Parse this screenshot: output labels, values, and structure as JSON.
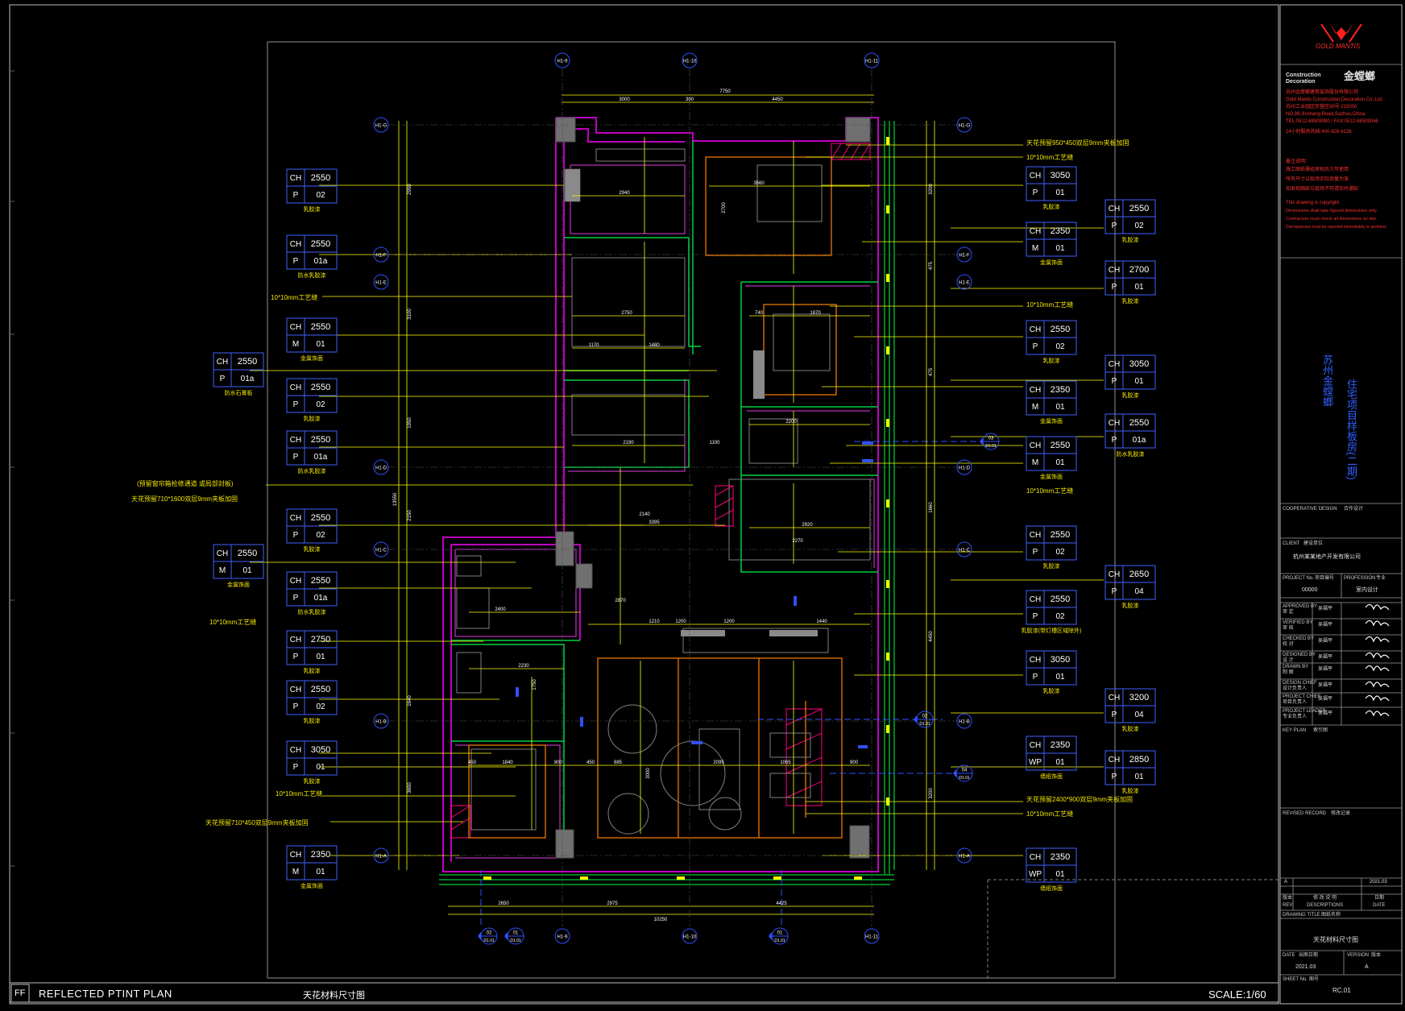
{
  "sheet": {
    "title_en": "REFLECTED PTINT PLAN",
    "title_cn": "天花材料尺寸图",
    "scale": "SCALE:1/60",
    "sheet_mark": "FF"
  },
  "company": {
    "logo_text": "GOLD MANTIS",
    "name_en_1": "Construction",
    "name_en_2": "Decoration",
    "name_cn": "金螳螂",
    "address_lines": [
      "苏州金螳螂建筑装饰股份有限公司",
      "Gold Mantis Construction Decoration Co.,Ltd.",
      "苏州工业园区民营区99号 215000",
      "NO.99,Jinshang Road,Suzhou,China",
      "TEL:0512-68509090 / FAX:0512-68509046",
      "24小时服务热线:400-828-6136"
    ],
    "notes_red": [
      "备注说明：",
      "施工图纸需经审核后方可使用",
      "所有尺寸以现场实际测量为准",
      "如发现图纸与现场不符请及时通知",
      "This drawing is copyright.",
      "Dimensions shall take figured dimensions only.",
      "Contractors must check all dimensions on site.",
      "Discrepancies must be reported immediately to architect."
    ]
  },
  "project": {
    "vertical_title_1": "苏州金螳螂",
    "vertical_title_2": "住宅项目样板房(二期)",
    "cooperative_label": "COOPERATIVE DESIGN",
    "cooperative_cn": "合作设计",
    "client_label": "CLIENT",
    "client_cn": "建设单位",
    "client_name": "杭州某某地产开发有限公司",
    "project_no_label": "PROJECT No.",
    "project_no_cn": "项目编号",
    "project_no": "00000",
    "profession_label": "PROFESSION",
    "profession_cn": "专业",
    "profession": "室内设计",
    "approvals": [
      {
        "label": "APPROVED BY",
        "cn": "审 定",
        "sig": "吴福平"
      },
      {
        "label": "VERIFIED BY",
        "cn": "审 核",
        "sig": "吴福平"
      },
      {
        "label": "CHECKED BY",
        "cn": "校 对",
        "sig": "吴福平"
      },
      {
        "label": "DESIGNED BY",
        "cn": "设 计",
        "sig": "吴福平"
      },
      {
        "label": "DRAWN BY",
        "cn": "制 图",
        "sig": "吴福平"
      },
      {
        "label": "DESIGN CHIEF",
        "cn": "设计负责人",
        "sig": "吴福平"
      },
      {
        "label": "PROJECT CHIEF",
        "cn": "项目负责人",
        "sig": "吴福平"
      },
      {
        "label": "PROJECT LEADER",
        "cn": "专业负责人",
        "sig": "吴福平"
      }
    ],
    "key_plan_label": "KEY PLAN",
    "key_plan_cn": "索引图",
    "revised_label": "REVISED RECORD",
    "revised_cn": "修改记录",
    "rev_row": {
      "rev": "A",
      "date": "2021.03"
    },
    "rev_header": {
      "rev": "REV",
      "desc": "DESCRIPTIONS",
      "date": "DATE",
      "rev_cn": "版本",
      "desc_cn": "修 改 说 明",
      "date_cn": "日期"
    },
    "drawing_title_label": "DRAWING TITLE",
    "drawing_title_cn": "图纸名称",
    "drawing_title": "天花材料尺寸图",
    "date_label": "DATE",
    "date_cn": "出图日期",
    "date": "2021.03",
    "version_label": "VERSION",
    "version_cn": "版本",
    "version": "A",
    "sheet_no_label": "SHEET No.",
    "sheet_no_cn": "图号",
    "sheet_no": "RC.01"
  },
  "grid_bubbles": {
    "top": [
      "H1-9",
      "H1-10",
      "H1-11"
    ],
    "bottom": [
      "H1-9",
      "H1-10",
      "H1-11"
    ],
    "left": [
      "H1-G",
      "H1-F",
      "H1-E",
      "H1-D",
      "H1-C",
      "H1-B",
      "H1-A"
    ],
    "right": [
      "H1-G",
      "H1-F",
      "H1-E",
      "H1-D",
      "H1-C",
      "H1-B",
      "H1-A"
    ]
  },
  "section_marks": [
    {
      "num": "03",
      "sheet": "D1.01"
    },
    {
      "num": "02",
      "sheet": "D1.01"
    },
    {
      "num": "04",
      "sheet": "D1.01"
    },
    {
      "num": "02",
      "sheet": "D1.01"
    },
    {
      "num": "01",
      "sheet": "D1.01"
    },
    {
      "num": "01",
      "sheet": "D1.01"
    }
  ],
  "tags_left": [
    {
      "ch": "2550",
      "code": "P",
      "num": "02",
      "name": "乳胶漆"
    },
    {
      "ch": "2550",
      "code": "P",
      "num": "01a",
      "name": "防水乳胶漆"
    },
    {
      "ch": "2550",
      "code": "M",
      "num": "01",
      "name": "金属饰面"
    },
    {
      "ch": "2550",
      "code": "P",
      "num": "02",
      "name": "乳胶漆"
    },
    {
      "ch": "2550",
      "code": "P",
      "num": "01a",
      "name": "防水乳胶漆"
    },
    {
      "ch": "2550",
      "code": "P",
      "num": "02",
      "name": "乳胶漆"
    },
    {
      "ch": "2550",
      "code": "P",
      "num": "01a",
      "name": "防水乳胶漆"
    },
    {
      "ch": "2750",
      "code": "P",
      "num": "01",
      "name": "乳胶漆"
    },
    {
      "ch": "2550",
      "code": "P",
      "num": "02",
      "name": "乳胶漆"
    },
    {
      "ch": "3050",
      "code": "P",
      "num": "01",
      "name": "乳胶漆"
    },
    {
      "ch": "2350",
      "code": "M",
      "num": "01",
      "name": "金属饰面"
    }
  ],
  "tags_far_left": [
    {
      "ch": "2550",
      "code": "P",
      "num": "01a",
      "name": "防水石膏板"
    },
    {
      "ch": "2550",
      "code": "M",
      "num": "01",
      "name": "金属饰面"
    }
  ],
  "tags_right": [
    {
      "ch": "3050",
      "code": "P",
      "num": "01",
      "name": "乳胶漆"
    },
    {
      "ch": "2350",
      "code": "M",
      "num": "01",
      "name": "金属饰面"
    },
    {
      "ch": "2550",
      "code": "P",
      "num": "02",
      "name": "乳胶漆"
    },
    {
      "ch": "2350",
      "code": "M",
      "num": "01",
      "name": "金属饰面"
    },
    {
      "ch": "2550",
      "code": "M",
      "num": "01",
      "name": "金属饰面"
    },
    {
      "ch": "2550",
      "code": "P",
      "num": "02",
      "name": "乳胶漆"
    },
    {
      "ch": "2550",
      "code": "P",
      "num": "02",
      "name": "乳胶漆(带灯槽区域除外)"
    },
    {
      "ch": "3050",
      "code": "P",
      "num": "01",
      "name": "乳胶漆"
    },
    {
      "ch": "2350",
      "code": "WP",
      "num": "01",
      "name": "墙纸饰面"
    },
    {
      "ch": "2350",
      "code": "WP",
      "num": "01",
      "name": "墙纸饰面"
    }
  ],
  "tags_far_right": [
    {
      "ch": "2550",
      "code": "P",
      "num": "02",
      "name": "乳胶漆"
    },
    {
      "ch": "2700",
      "code": "P",
      "num": "01",
      "name": "乳胶漆"
    },
    {
      "ch": "3050",
      "code": "P",
      "num": "01",
      "name": "乳胶漆"
    },
    {
      "ch": "2550",
      "code": "P",
      "num": "01a",
      "name": "防水乳胶漆"
    },
    {
      "ch": "2650",
      "code": "P",
      "num": "04",
      "name": "乳胶漆"
    },
    {
      "ch": "3200",
      "code": "P",
      "num": "04",
      "name": "乳胶漆"
    },
    {
      "ch": "2850",
      "code": "P",
      "num": "01",
      "name": "乳胶漆"
    }
  ],
  "annotations_left": [
    "10*10mm工艺缝",
    "(预留窗帘箱检修通道 或局部封板)",
    "天花预留710*1600双层9mm夹板加固",
    "10*10mm工艺缝",
    "10*10mm工艺缝",
    "天花预留710*450双层9mm夹板加固"
  ],
  "annotations_right": [
    "天花预留950*450双层9mm夹板加固",
    "10*10mm工艺缝",
    "10*10mm工艺缝",
    "10*10mm工艺缝",
    "天花预留2400*900双层9mm夹板加固",
    "10*10mm工艺缝"
  ],
  "dimensions": {
    "top_total": "7750",
    "top_parts": [
      "3000",
      "300",
      "4450"
    ],
    "bottom_total": "10250",
    "bottom_parts": [
      "2650",
      "2975",
      "4425"
    ],
    "left_total": "13550",
    "left_parts": [
      "2950",
      "3100",
      "1950",
      "2150",
      "1640",
      "3650"
    ],
    "right_parts": [
      "3200",
      "475",
      "475",
      "1660",
      "4450",
      "3200"
    ],
    "interior": [
      "2940",
      "2750",
      "1170",
      "1480",
      "2190",
      "1100",
      "3395",
      "2140",
      "2400",
      "1210",
      "1200",
      "1200",
      "1440",
      "2230",
      "1840",
      "885",
      "2095",
      "1065",
      "900",
      "3560",
      "1870",
      "2200",
      "2920",
      "2270",
      "2870",
      "740",
      "450",
      "800",
      "450",
      "3000",
      "2700",
      "1750"
    ]
  },
  "colors": {
    "wall": "#c000c0",
    "structure": "#e040e0",
    "window": "#00ff40",
    "dim": "#ffff00",
    "furniture": "#808080",
    "tag_box": "#4060ff",
    "bubble": "#3050ff",
    "orange": "#ff8000",
    "hatch_red": "#ff0080",
    "frame": "#d0d0d0",
    "white": "#ffffff"
  }
}
